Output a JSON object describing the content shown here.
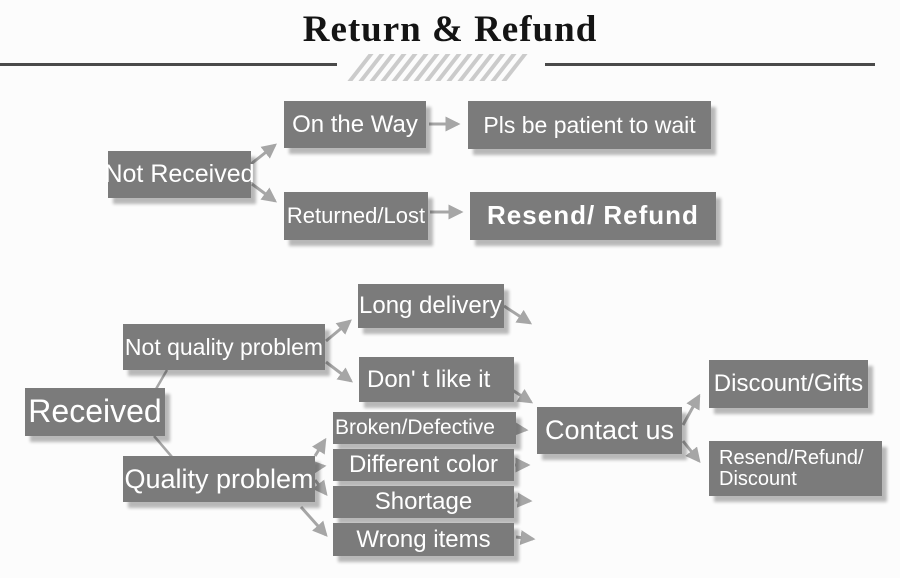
{
  "title": "Return & Refund",
  "palette": {
    "box_gray": "#7b7b7b",
    "box_text": "#ffffff",
    "arrow_gray": "#a6a6a6",
    "rule_dark": "#4a4a4a",
    "hatch_gray": "#cbcbcb",
    "background": "#fcfcfc",
    "title_color": "#141414"
  },
  "nodes": {
    "not_received": "Not Received",
    "on_the_way": "On the Way",
    "pls_wait": "Pls be patient to wait",
    "returned_lost": "Returned/Lost",
    "resend_refund": "Resend/ Refund",
    "received": "Received",
    "not_quality_problem": "Not quality problem",
    "quality_problem": "Quality problem",
    "long_delivery": "Long delivery",
    "dont_like_it": "Don' t like it",
    "broken_defective": "Broken/Defective",
    "different_color": "Different color",
    "shortage": "Shortage",
    "wrong_items": "Wrong items",
    "contact_us": "Contact us",
    "resend_refund_discount": {
      "line1": "Resend/Refund/",
      "line2": "Discount"
    },
    "discount_gifts": "Discount/Gifts"
  }
}
